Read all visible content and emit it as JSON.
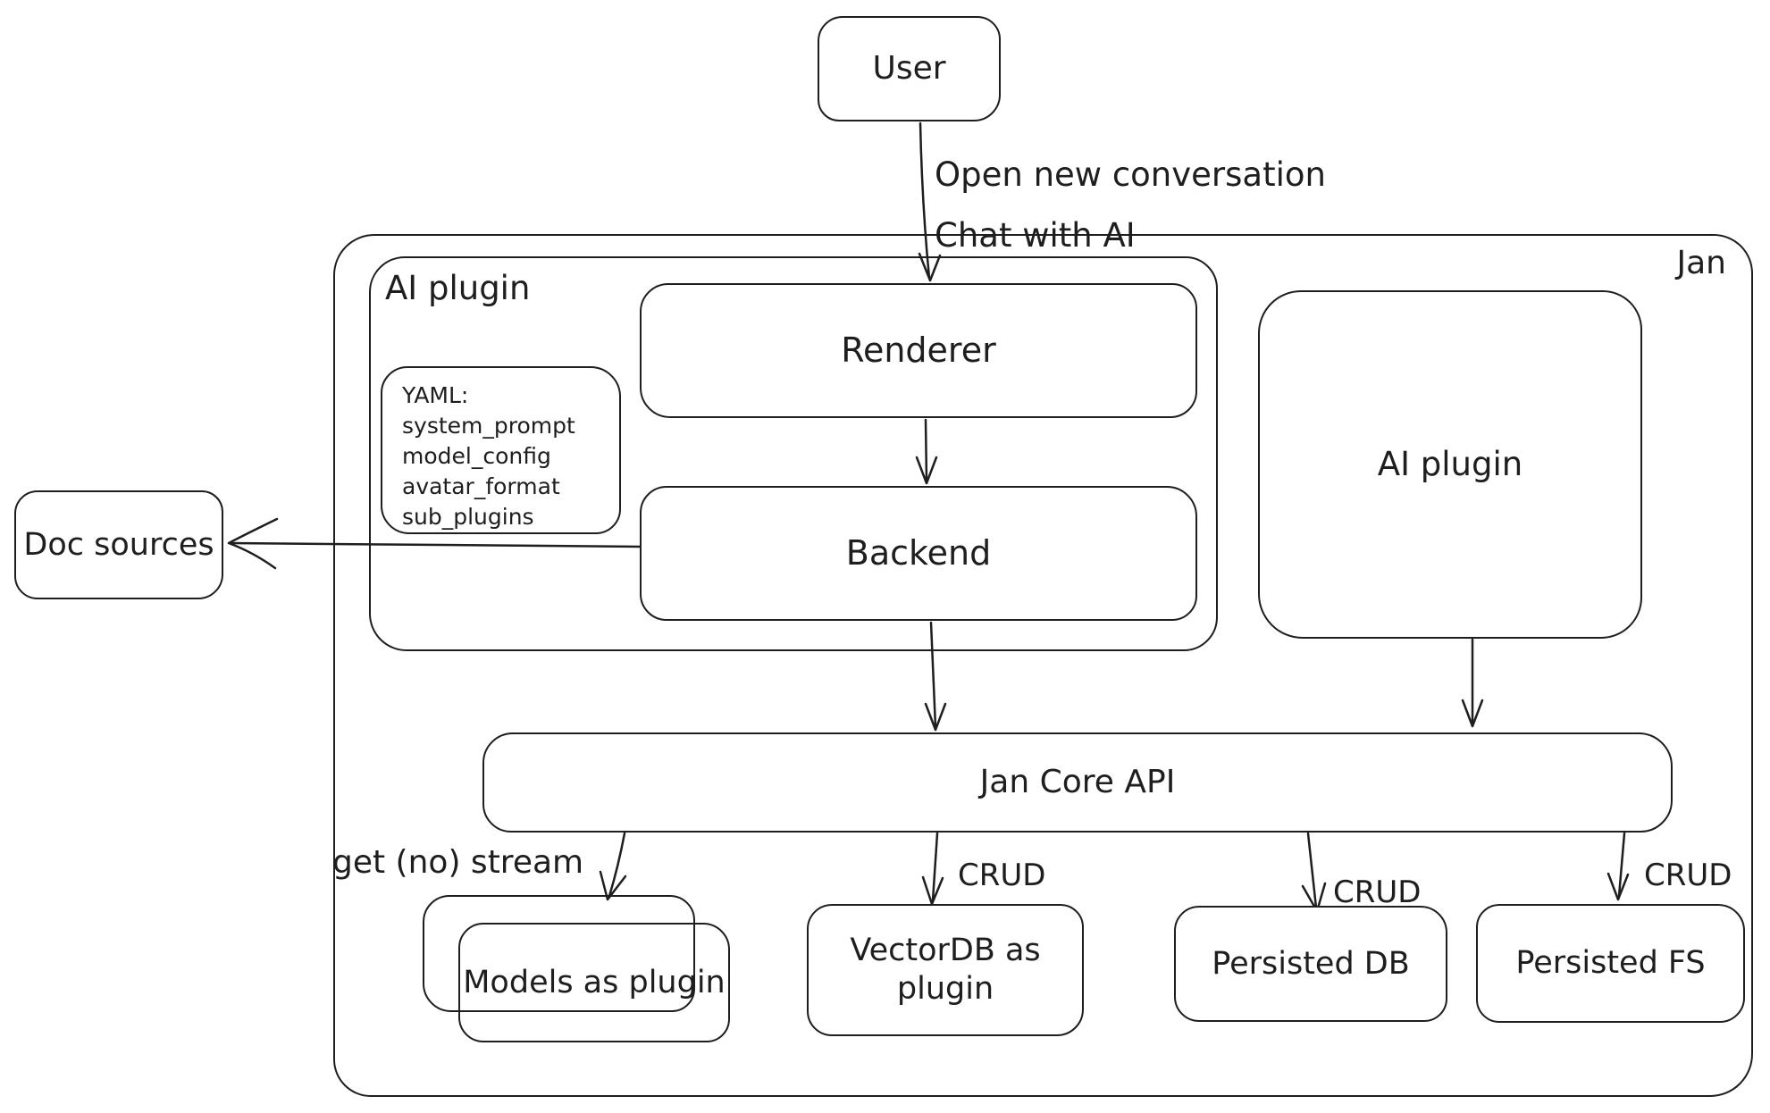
{
  "diagram": {
    "container_label": "Jan",
    "nodes": {
      "user": {
        "label": "User"
      },
      "ai_plugin_group": {
        "label": "AI plugin"
      },
      "renderer": {
        "label": "Renderer"
      },
      "yaml_note": {
        "title": "YAML:",
        "lines": [
          "system_prompt",
          "model_config",
          "avatar_format",
          "sub_plugins"
        ]
      },
      "backend": {
        "label": "Backend"
      },
      "doc_sources": {
        "label": "Doc sources"
      },
      "ai_plugin_right": {
        "label": "AI plugin"
      },
      "jan_core_api": {
        "label": "Jan Core API"
      },
      "models_as_plugin": {
        "label": "Models as plugin"
      },
      "vectordb_as_plugin": {
        "label": "VectorDB as plugin"
      },
      "persisted_db": {
        "label": "Persisted DB"
      },
      "persisted_fs": {
        "label": "Persisted FS"
      }
    },
    "edge_labels": {
      "user_to_renderer_line1": "Open new conversation",
      "user_to_renderer_line2": "Chat with AI",
      "core_to_models": "get (no) stream",
      "core_to_vectordb": "CRUD",
      "core_to_persisted_db": "CRUD",
      "core_to_persisted_fs": "CRUD"
    },
    "colors": {
      "stroke": "#1e1e1e",
      "background": "#ffffff"
    }
  }
}
